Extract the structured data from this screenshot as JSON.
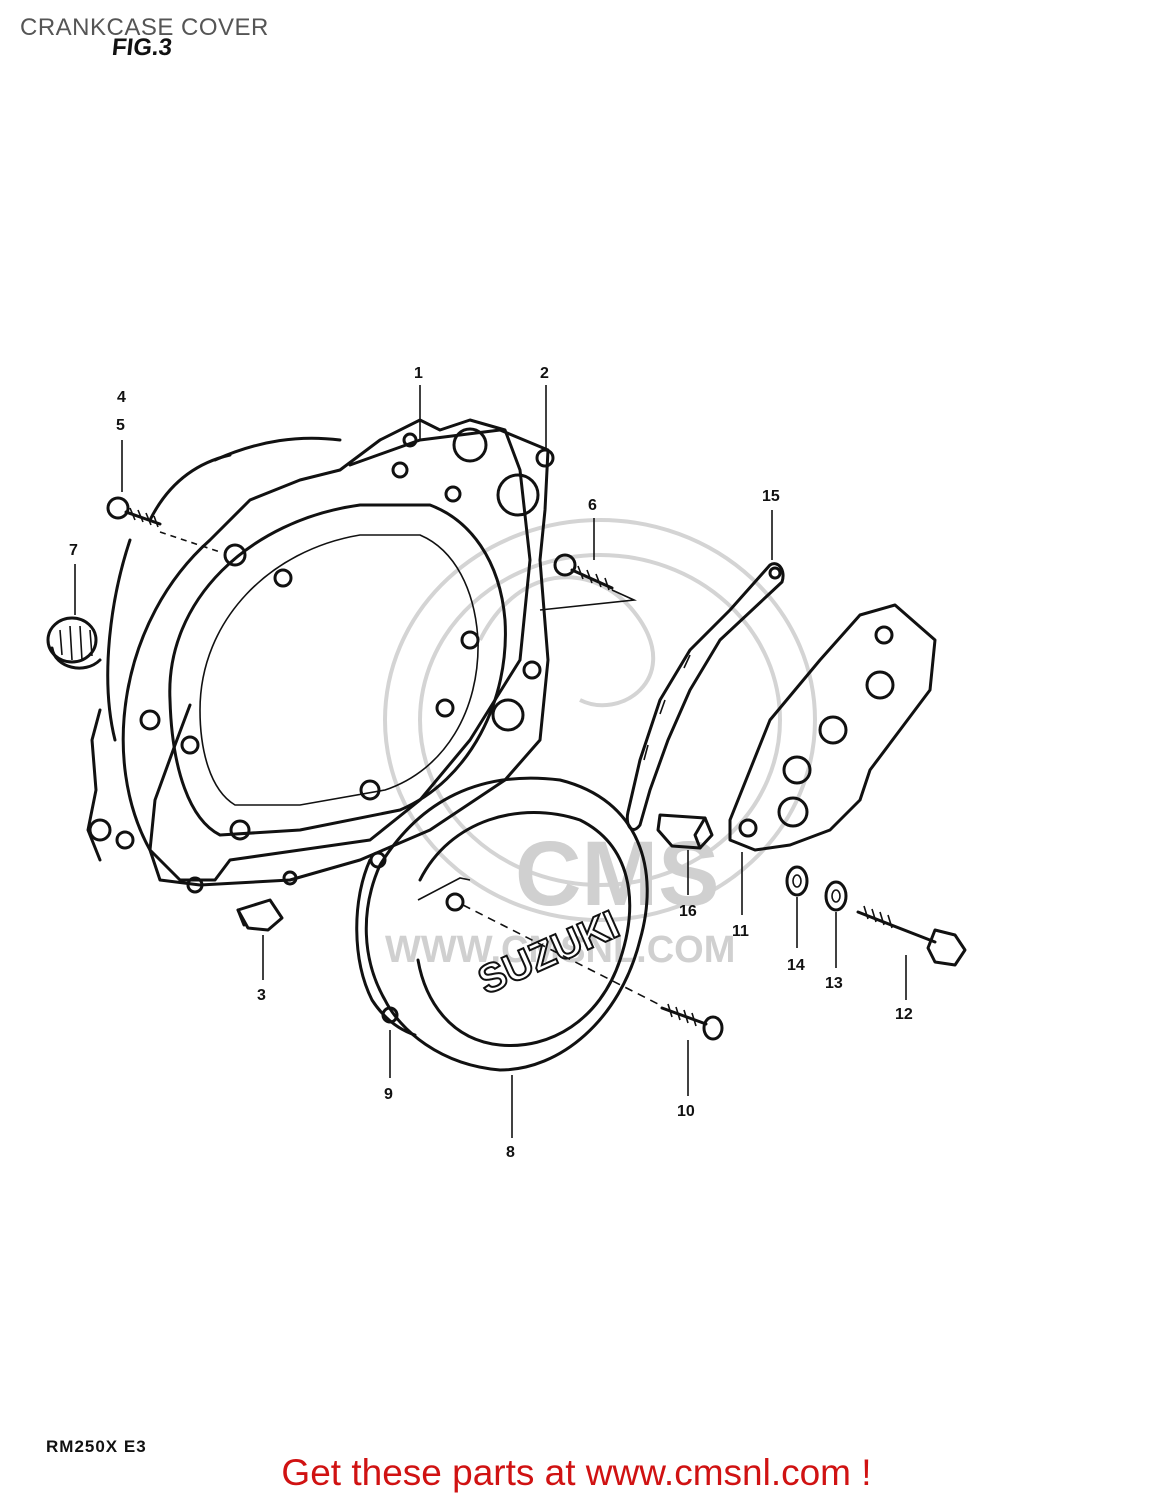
{
  "header": {
    "title": "CRANKCASE COVER",
    "figure_label": "FIG.3"
  },
  "diagram": {
    "brand_text": "SUZUKI",
    "watermark": {
      "logo_text": "CMS",
      "url_text": "WWW.CMSNL.COM"
    },
    "callouts": [
      "1",
      "2",
      "3",
      "4",
      "5",
      "6",
      "7",
      "8",
      "9",
      "10",
      "11",
      "12",
      "13",
      "14",
      "15",
      "16"
    ]
  },
  "footer": {
    "model_code": "RM250X E3",
    "cta_text": "Get these parts at www.cmsnl.com !"
  }
}
